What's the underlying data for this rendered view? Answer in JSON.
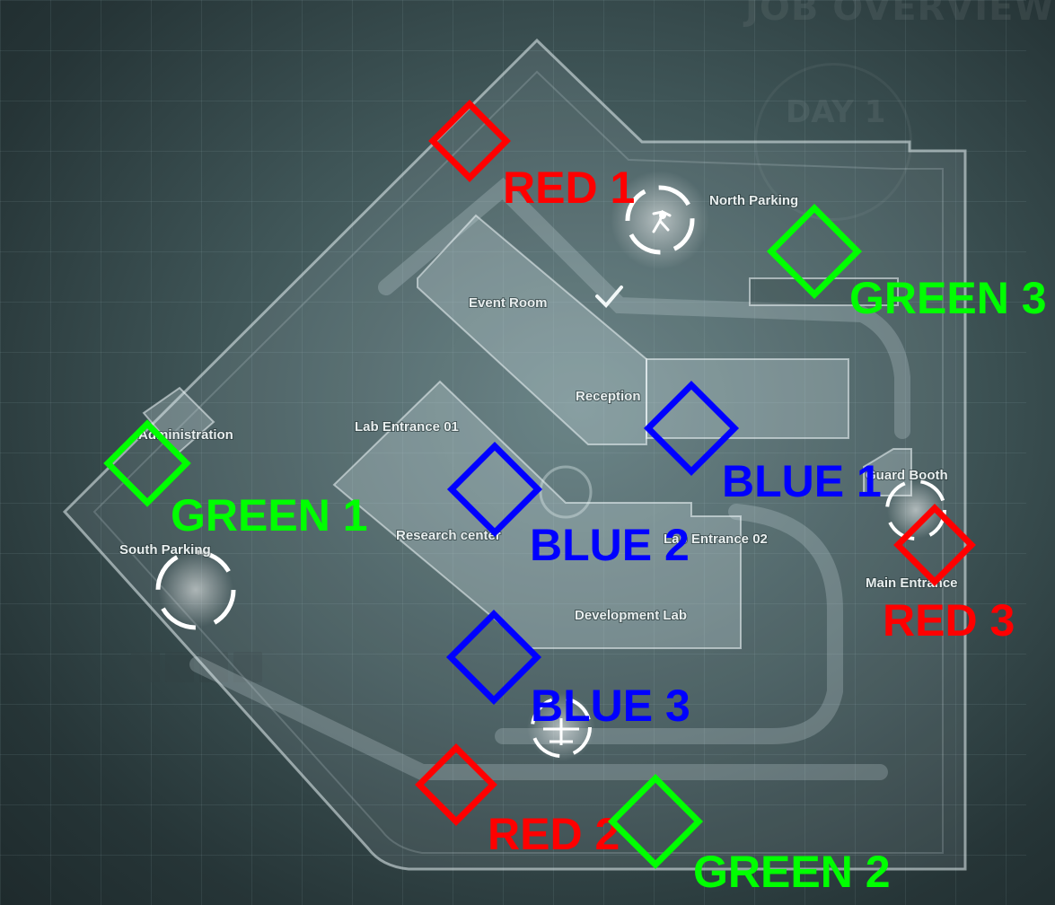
{
  "overlay": {
    "header": "JOB OVERVIEW",
    "day": "DAY 1"
  },
  "map": {
    "areas": [
      {
        "key": "north_parking",
        "label": "North Parking"
      },
      {
        "key": "event_room",
        "label": "Event Room"
      },
      {
        "key": "reception",
        "label": "Reception"
      },
      {
        "key": "administration",
        "label": "Administration"
      },
      {
        "key": "lab_entrance_01",
        "label": "Lab Entrance 01"
      },
      {
        "key": "research_center",
        "label": "Research center"
      },
      {
        "key": "lab_entrance_02",
        "label": "Lab Entrance 02"
      },
      {
        "key": "south_parking",
        "label": "South Parking"
      },
      {
        "key": "guard_booth",
        "label": "Guard Booth"
      },
      {
        "key": "main_entrance",
        "label": "Main Entrance"
      },
      {
        "key": "development_lab",
        "label": "Development Lab"
      }
    ],
    "markers": [
      {
        "key": "red_1",
        "label": "RED 1",
        "color": "#ff0000"
      },
      {
        "key": "red_2",
        "label": "RED 2",
        "color": "#ff0000"
      },
      {
        "key": "red_3",
        "label": "RED 3",
        "color": "#ff0000"
      },
      {
        "key": "green_1",
        "label": "GREEN 1",
        "color": "#00ff00"
      },
      {
        "key": "green_2",
        "label": "GREEN 2",
        "color": "#00ff00"
      },
      {
        "key": "green_3",
        "label": "GREEN 3",
        "color": "#00ff00"
      },
      {
        "key": "blue_1",
        "label": "BLUE 1",
        "color": "#0000ff"
      },
      {
        "key": "blue_2",
        "label": "BLUE 2",
        "color": "#0000ff"
      },
      {
        "key": "blue_3",
        "label": "BLUE 3",
        "color": "#0000ff"
      }
    ],
    "icons": [
      {
        "key": "escape",
        "name": "escape-running-man-icon"
      },
      {
        "key": "objective",
        "name": "checkmark-icon"
      },
      {
        "key": "helicopter",
        "name": "helicopter-drop-icon"
      },
      {
        "key": "south_zone",
        "name": "zone-ring-icon"
      },
      {
        "key": "guard_zone",
        "name": "zone-ring-icon"
      }
    ]
  }
}
